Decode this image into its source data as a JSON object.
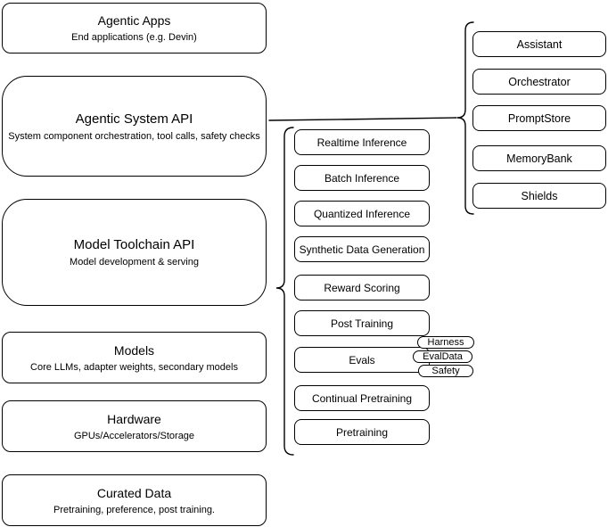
{
  "diagram": {
    "stack": [
      {
        "title": "Agentic Apps",
        "subtitle": "End applications (e.g. Devin)"
      },
      {
        "title": "Agentic System API",
        "subtitle": "System component orchestration, tool calls, safety checks"
      },
      {
        "title": "Model Toolchain API",
        "subtitle": "Model development & serving"
      },
      {
        "title": "Models",
        "subtitle": "Core LLMs, adapter weights, secondary models"
      },
      {
        "title": "Hardware",
        "subtitle": "GPUs/Accelerators/Storage"
      },
      {
        "title": "Curated Data",
        "subtitle": "Pretraining, preference, post training."
      }
    ],
    "toolchain_items": [
      "Realtime Inference",
      "Batch Inference",
      "Quantized Inference",
      "Synthetic Data Generation",
      "Reward Scoring",
      "Post Training",
      "Evals",
      "Continual Pretraining",
      "Pretraining"
    ],
    "eval_pills": [
      "Harness",
      "EvalData",
      "Safety"
    ],
    "system_components": [
      "Assistant",
      "Orchestrator",
      "PromptStore",
      "MemoryBank",
      "Shields"
    ],
    "line_color": "#000000",
    "box_fill": "#ffffff"
  }
}
